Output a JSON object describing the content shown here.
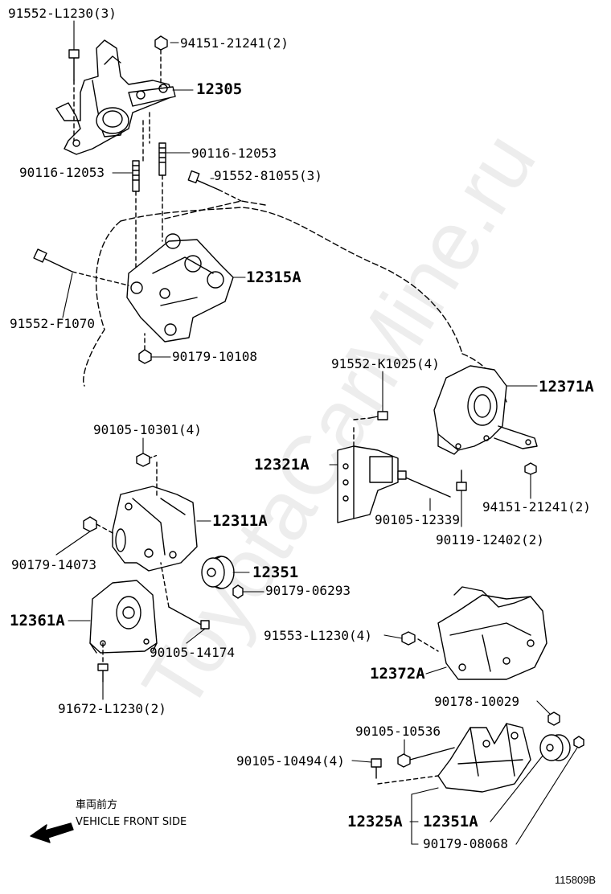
{
  "labels": {
    "p91552_L1230": "91552-L1230(3)",
    "p94151_21241_top": "94151-21241(2)",
    "p12305": "12305",
    "p90116_12053_r": "90116-12053",
    "p90116_12053_l": "90116-12053",
    "p91552_81055": "91552-81055(3)",
    "p12315A": "12315A",
    "p91552_F1070": "91552-F1070",
    "p90179_10108": "90179-10108",
    "p91552_K1025": "91552-K1025(4)",
    "p12371A": "12371A",
    "p90105_10301": "90105-10301(4)",
    "p12321A": "12321A",
    "p94151_21241_r": "94151-21241(2)",
    "p90105_12339": "90105-12339",
    "p90119_12402": "90119-12402(2)",
    "p12311A": "12311A",
    "p90179_14073": "90179-14073",
    "p12351": "12351",
    "p90179_06293": "90179-06293",
    "p12361A": "12361A",
    "p90105_14174": "90105-14174",
    "p91553_L1230": "91553-L1230(4)",
    "p12372A": "12372A",
    "p91672_L1230": "91672-L1230(2)",
    "p90178_10029": "90178-10029",
    "p90105_10536": "90105-10536",
    "p90105_10494": "90105-10494(4)",
    "p12325A": "12325A",
    "p12351A": "12351A",
    "p90179_08068": "90179-08068"
  },
  "direction_note": {
    "jp": "車両前方",
    "en": "VEHICLE FRONT SIDE"
  },
  "figure_ref": "115809B",
  "watermark": "ToyotaCarMine.ru",
  "colors": {
    "ink": "#000000",
    "watermark": "#d8d8d8"
  }
}
